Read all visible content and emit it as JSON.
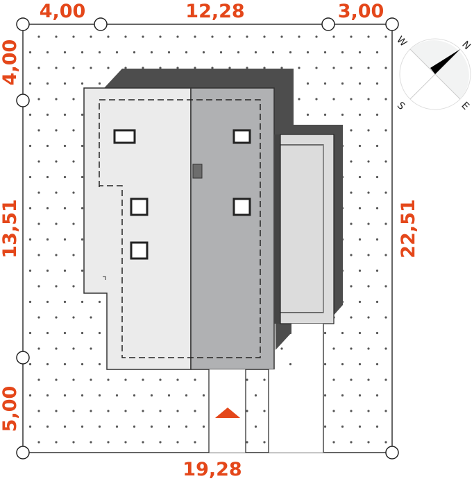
{
  "dimensions": {
    "top_left": "4,00",
    "top_middle": "12,28",
    "top_right": "3,00",
    "left_top": "4,00",
    "left_middle": "13,51",
    "left_bottom": "5,00",
    "right": "22,51",
    "bottom": "19,28"
  },
  "compass": {
    "n": "N",
    "e": "E",
    "s": "S",
    "w": "W"
  },
  "colors": {
    "dimension": "#e4471a",
    "shadow": "#4d4d4d",
    "roof_light": "#ebebeb",
    "roof_dark": "#b0b1b3"
  }
}
